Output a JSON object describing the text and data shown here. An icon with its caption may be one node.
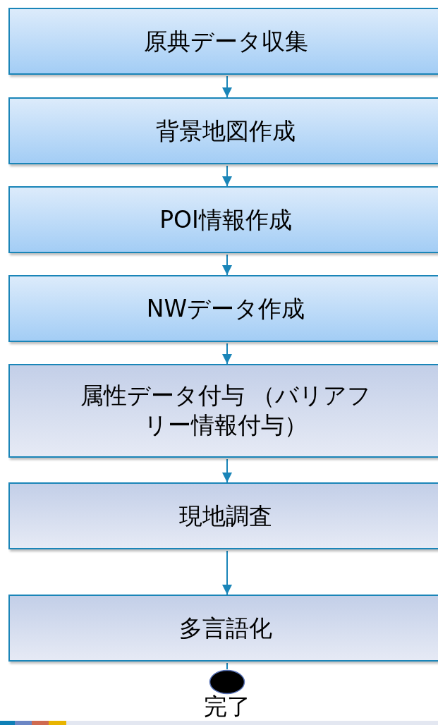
{
  "diagram": {
    "nodes": [
      {
        "text": [
          "原典データ収集"
        ]
      },
      {
        "text": [
          "背景地図作成"
        ]
      },
      {
        "text": [
          "POI情報作成"
        ]
      },
      {
        "text": [
          "NWデータ作成"
        ]
      },
      {
        "text": [
          "属性データ付与 （バリアフリー情報付与）"
        ]
      },
      {
        "text": [
          "現地調査"
        ]
      },
      {
        "text": [
          "多言語化"
        ]
      },
      {
        "text": [
          "完了"
        ]
      }
    ],
    "edges": [
      {
        "from": 0,
        "to": 1,
        "arrow": "to"
      },
      {
        "from": 1,
        "to": 2,
        "arrow": "to"
      },
      {
        "from": 2,
        "to": 3,
        "arrow": "to"
      },
      {
        "from": 3,
        "to": 4,
        "arrow": "to"
      },
      {
        "from": 4,
        "to": 5,
        "arrow": "to"
      },
      {
        "from": 5,
        "to": 6,
        "arrow": "to"
      },
      {
        "from": 6,
        "to": 7,
        "arrow": "none"
      }
    ]
  }
}
